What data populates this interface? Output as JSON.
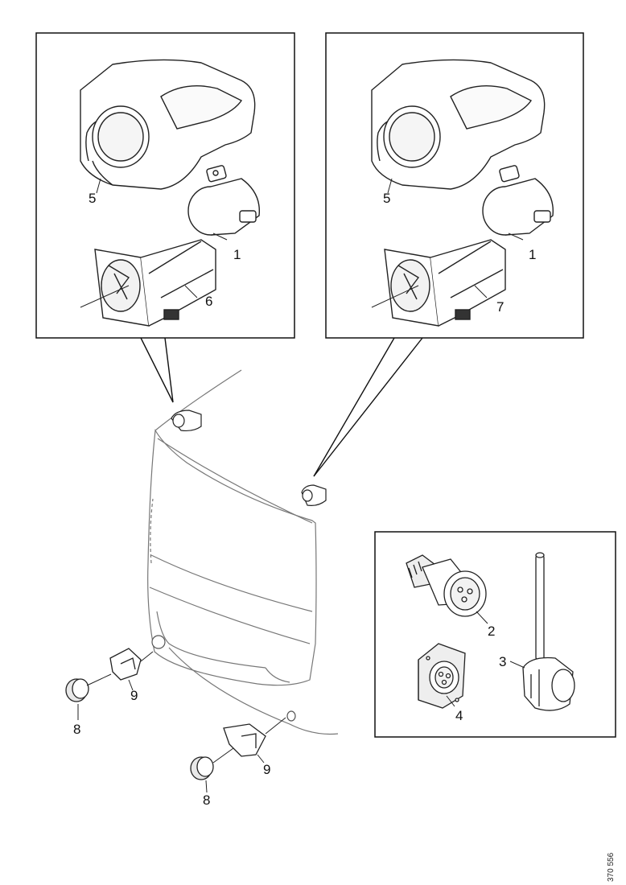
{
  "labels": {
    "left_box": {
      "cover": "5",
      "lamp": "1",
      "bracket": "6"
    },
    "right_box": {
      "cover": "5",
      "lamp": "1",
      "bracket": "7"
    },
    "connector_box": {
      "plug": "2",
      "socket": "4",
      "bulb_holder": "3"
    },
    "cab_left": {
      "lamp": "8",
      "bracket": "9"
    },
    "cab_lower": {
      "lamp": "8",
      "bracket": "9"
    }
  },
  "reference": "370 556"
}
